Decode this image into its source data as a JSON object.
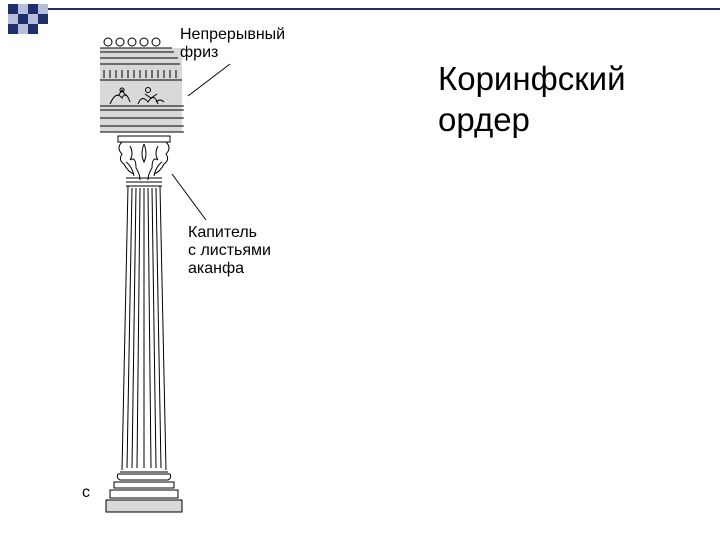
{
  "slide": {
    "title_line1": "Коринфский",
    "title_line2": "ордер"
  },
  "labels": {
    "frieze_line1": "Непрерывный",
    "frieze_line2": "фриз",
    "capital_line1": "Капитель",
    "capital_line2": "с листьями",
    "capital_line3": "аканфа"
  },
  "stray_char": "с",
  "colors": {
    "accent_navy": "#1f2f6b",
    "accent_light": "#b7bedc",
    "drawing_shade": "#d9d9d9",
    "ink": "#000000"
  }
}
